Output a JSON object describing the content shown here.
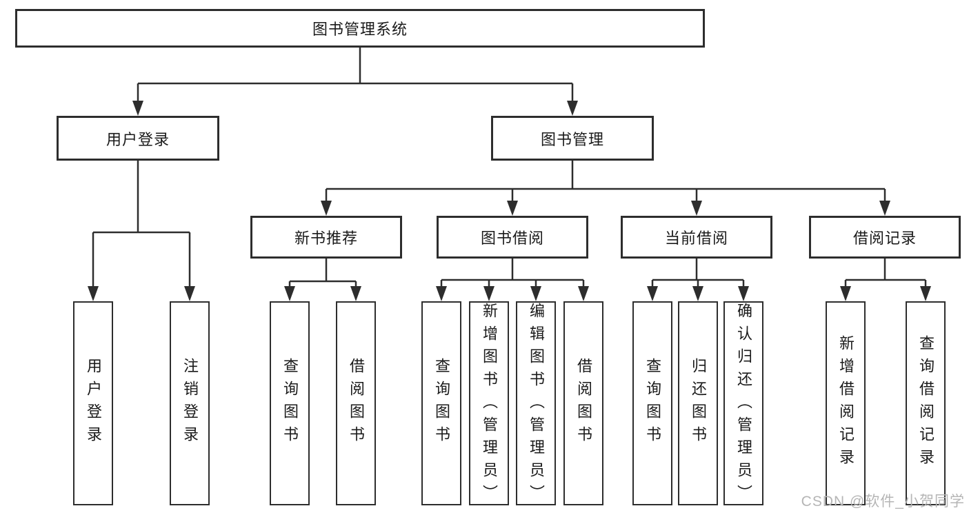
{
  "diagram": {
    "root": {
      "label": "图书管理系统"
    },
    "level1": [
      {
        "id": "user-login-group",
        "label": "用户登录"
      },
      {
        "id": "book-management",
        "label": "图书管理"
      }
    ],
    "level2": [
      {
        "id": "new-book-recommend",
        "label": "新书推荐"
      },
      {
        "id": "book-borrow",
        "label": "图书借阅"
      },
      {
        "id": "current-borrow",
        "label": "当前借阅"
      },
      {
        "id": "borrow-records",
        "label": "借阅记录"
      }
    ],
    "leaves": {
      "user_login": [
        {
          "label": "用户登录"
        },
        {
          "label": "注销登录"
        }
      ],
      "new_book_recommend": [
        {
          "label": "查询图书"
        },
        {
          "label": "借阅图书"
        }
      ],
      "book_borrow": [
        {
          "label": "查询图书"
        },
        {
          "label": "新增图书（管理员）"
        },
        {
          "label": "编辑图书（管理员）"
        },
        {
          "label": "借阅图书"
        }
      ],
      "current_borrow": [
        {
          "label": "查询图书"
        },
        {
          "label": "归还图书"
        },
        {
          "label": "确认归还（管理员）"
        }
      ],
      "borrow_records": [
        {
          "label": "新增借阅记录"
        },
        {
          "label": "查询借阅记录"
        }
      ]
    },
    "watermark": "CSDN @软件_小贺同学",
    "colors": {
      "line": "#2d2d2d",
      "text": "#1a1a1a",
      "background": "#ffffff",
      "watermark": "#b5b5b5"
    }
  }
}
